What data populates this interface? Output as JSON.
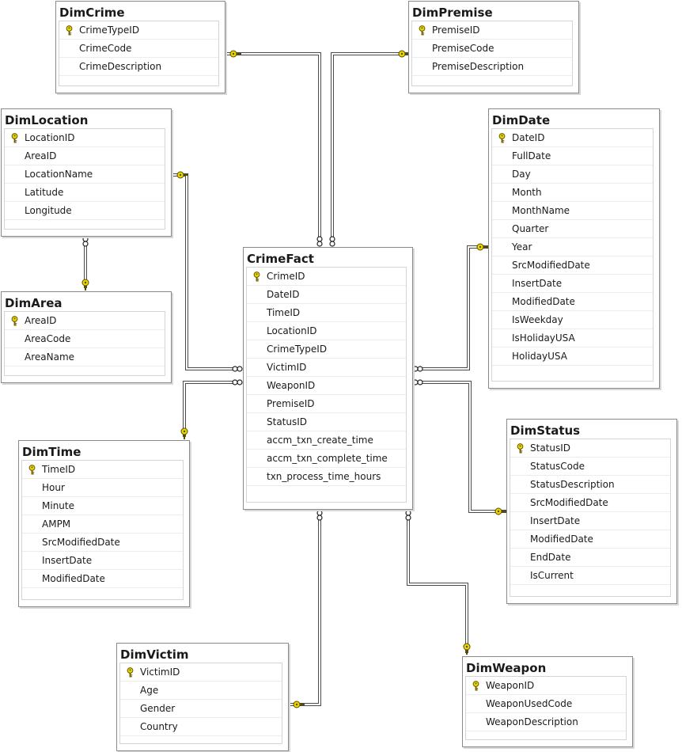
{
  "tables": [
    {
      "id": "crime",
      "name": "DimCrime",
      "columns": [
        {
          "name": "CrimeTypeID",
          "pk": true
        },
        {
          "name": "CrimeCode"
        },
        {
          "name": "CrimeDescription"
        }
      ]
    },
    {
      "id": "premise",
      "name": "DimPremise",
      "columns": [
        {
          "name": "PremiseID",
          "pk": true
        },
        {
          "name": "PremiseCode"
        },
        {
          "name": "PremiseDescription"
        }
      ]
    },
    {
      "id": "location",
      "name": "DimLocation",
      "columns": [
        {
          "name": "LocationID",
          "pk": true
        },
        {
          "name": "AreaID"
        },
        {
          "name": "LocationName"
        },
        {
          "name": "Latitude"
        },
        {
          "name": "Longitude"
        }
      ]
    },
    {
      "id": "date",
      "name": "DimDate",
      "columns": [
        {
          "name": "DateID",
          "pk": true
        },
        {
          "name": "FullDate"
        },
        {
          "name": "Day"
        },
        {
          "name": "Month"
        },
        {
          "name": "MonthName"
        },
        {
          "name": "Quarter"
        },
        {
          "name": "Year"
        },
        {
          "name": "SrcModifiedDate"
        },
        {
          "name": "InsertDate"
        },
        {
          "name": "ModifiedDate"
        },
        {
          "name": "IsWeekday"
        },
        {
          "name": "IsHolidayUSA"
        },
        {
          "name": "HolidayUSA"
        }
      ]
    },
    {
      "id": "area",
      "name": "DimArea",
      "columns": [
        {
          "name": "AreaID",
          "pk": true
        },
        {
          "name": "AreaCode"
        },
        {
          "name": "AreaName"
        }
      ]
    },
    {
      "id": "fact",
      "name": "CrimeFact",
      "columns": [
        {
          "name": "CrimeID",
          "pk": true
        },
        {
          "name": "DateID"
        },
        {
          "name": "TimeID"
        },
        {
          "name": "LocationID"
        },
        {
          "name": "CrimeTypeID"
        },
        {
          "name": "VictimID"
        },
        {
          "name": "WeaponID"
        },
        {
          "name": "PremiseID"
        },
        {
          "name": "StatusID"
        },
        {
          "name": "accm_txn_create_time"
        },
        {
          "name": "accm_txn_complete_time"
        },
        {
          "name": "txn_process_time_hours"
        }
      ]
    },
    {
      "id": "status",
      "name": "DimStatus",
      "columns": [
        {
          "name": "StatusID",
          "pk": true
        },
        {
          "name": "StatusCode"
        },
        {
          "name": "StatusDescription"
        },
        {
          "name": "SrcModifiedDate"
        },
        {
          "name": "InsertDate"
        },
        {
          "name": "ModifiedDate"
        },
        {
          "name": "EndDate"
        },
        {
          "name": "IsCurrent"
        }
      ]
    },
    {
      "id": "time",
      "name": "DimTime",
      "columns": [
        {
          "name": "TimeID",
          "pk": true
        },
        {
          "name": "Hour"
        },
        {
          "name": "Minute"
        },
        {
          "name": "AMPM"
        },
        {
          "name": "SrcModifiedDate"
        },
        {
          "name": "InsertDate"
        },
        {
          "name": "ModifiedDate"
        }
      ]
    },
    {
      "id": "victim",
      "name": "DimVictim",
      "columns": [
        {
          "name": "VictimID",
          "pk": true
        },
        {
          "name": "Age"
        },
        {
          "name": "Gender"
        },
        {
          "name": "Country"
        }
      ]
    },
    {
      "id": "weapon",
      "name": "DimWeapon",
      "columns": [
        {
          "name": "WeaponID",
          "pk": true
        },
        {
          "name": "WeaponUsedCode"
        },
        {
          "name": "WeaponDescription"
        }
      ]
    }
  ],
  "relationships": [
    {
      "from": "fact",
      "to": "crime"
    },
    {
      "from": "fact",
      "to": "premise"
    },
    {
      "from": "fact",
      "to": "location"
    },
    {
      "from": "fact",
      "to": "date"
    },
    {
      "from": "location",
      "to": "area"
    },
    {
      "from": "fact",
      "to": "time"
    },
    {
      "from": "fact",
      "to": "status"
    },
    {
      "from": "fact",
      "to": "victim"
    },
    {
      "from": "fact",
      "to": "weapon"
    }
  ],
  "colors": {
    "key": "#e8d800",
    "line": "#4a4a4a",
    "border": "#8a8a8a"
  }
}
